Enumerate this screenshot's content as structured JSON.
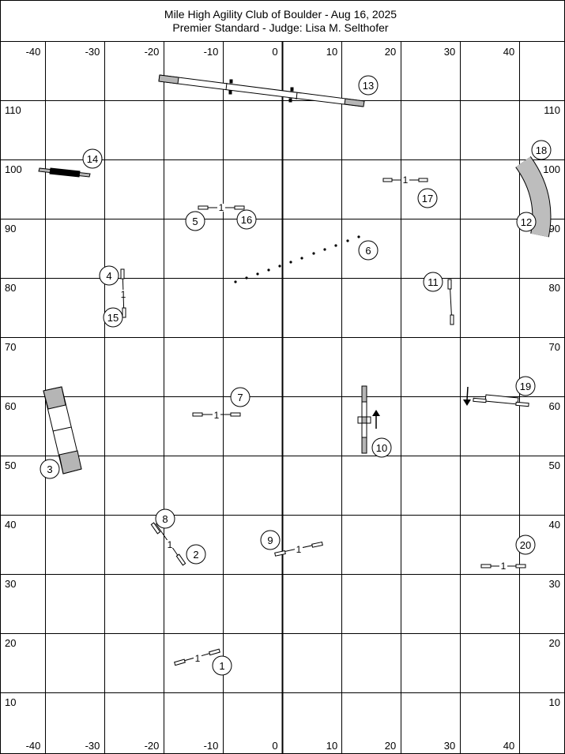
{
  "header": {
    "title": "Mile High Agility Club of Boulder - Aug 16, 2025",
    "subtitle": "Premier Standard - Judge: Lisa M. Selthofer"
  },
  "axes": {
    "x_ticks_top": [
      "-40",
      "-30",
      "-20",
      "-10",
      "0",
      "10",
      "20",
      "30",
      "40"
    ],
    "x_ticks_bottom": [
      "-40",
      "-30",
      "-20",
      "-10",
      "0",
      "10",
      "20",
      "30",
      "40"
    ],
    "y_ticks_left": [
      "110",
      "100",
      "90",
      "80",
      "70",
      "60",
      "50",
      "40",
      "30",
      "20",
      "10"
    ],
    "y_ticks_right": [
      "110",
      "100",
      "90",
      "80",
      "70",
      "60",
      "50",
      "40",
      "30",
      "20",
      "10"
    ]
  },
  "bar_height_label": "1",
  "obstacles": {
    "dogwalk": {
      "number": "13"
    },
    "aframe": {
      "number": "3"
    },
    "teeter": {
      "number": "10"
    },
    "table": {
      "number": "14"
    },
    "tunnel": {
      "numbers": [
        "18",
        "12"
      ]
    },
    "weaves": {
      "number": "6"
    },
    "jumps": [
      {
        "name": "jump-1",
        "number": "1"
      },
      {
        "name": "jump-2-8",
        "numbers": [
          "2",
          "8"
        ]
      },
      {
        "name": "jump-4-15",
        "numbers": [
          "4",
          "15"
        ]
      },
      {
        "name": "jump-5-16",
        "numbers": [
          "5",
          "16"
        ]
      },
      {
        "name": "jump-7",
        "number": "7"
      },
      {
        "name": "jump-9",
        "number": "9"
      },
      {
        "name": "jump-11",
        "number": "11"
      },
      {
        "name": "jump-17",
        "number": "17"
      },
      {
        "name": "jump-19",
        "number": "19"
      },
      {
        "name": "jump-20",
        "number": "20"
      }
    ]
  }
}
